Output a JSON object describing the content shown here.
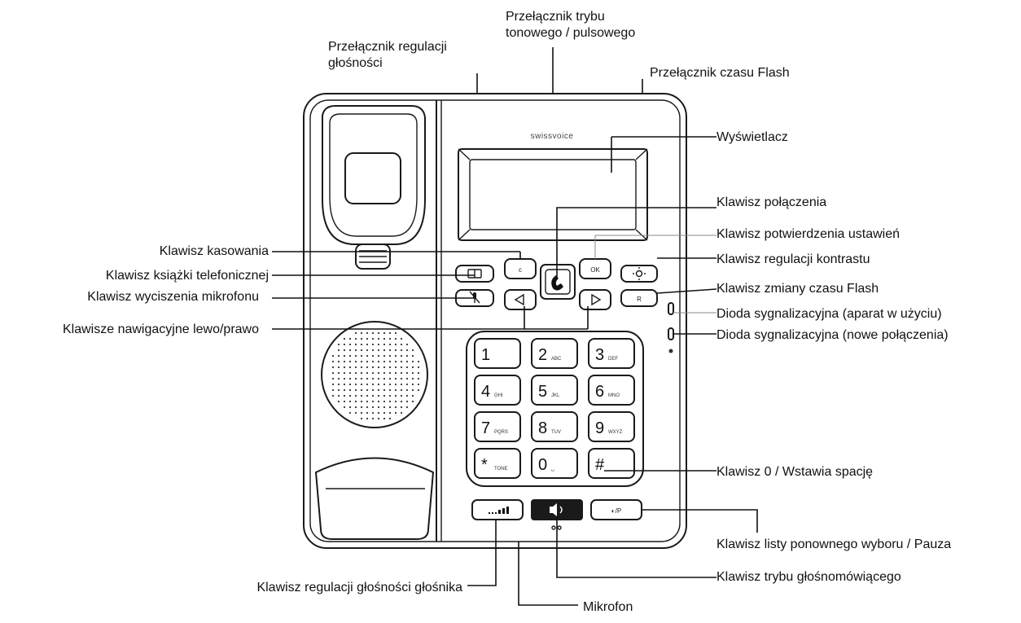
{
  "brand": "swissvoice",
  "labels": {
    "volume_switch": [
      "Przełącznik regulacji",
      "głośności"
    ],
    "tone_pulse_switch": [
      "Przełącznik trybu",
      "tonowego / pulsowego"
    ],
    "flash_time_switch": "Przełącznik czasu Flash",
    "display": "Wyświetlacz",
    "call_key": "Klawisz połączenia",
    "confirm_key": "Klawisz potwierdzenia ustawień",
    "delete_key": "Klawisz kasowania",
    "contrast_key": "Klawisz regulacji kontrastu",
    "phonebook_key": "Klawisz książki telefonicznej",
    "mute_key": "Klawisz wyciszenia mikrofonu",
    "flash_key": "Klawisz zmiany czasu Flash",
    "led_in_use": "Dioda sygnalizacyjna (aparat w użyciu)",
    "nav_keys": "Klawisze nawigacyjne lewo/prawo",
    "led_new_calls": "Dioda sygnalizacyjna (nowe połączenia)",
    "zero_key": "Klawisz 0 / Wstawia spację",
    "redial_key": "Klawisz listy ponownego wyboru / Pauza",
    "speaker_volume_key": "Klawisz regulacji głośności głośnika",
    "handsfree_key": "Klawisz trybu głośnomówiącego",
    "microphone": "Mikrofon"
  },
  "keys": {
    "delete": "c",
    "ok": "OK",
    "flash": "R",
    "redial": "◐/P",
    "keypad": [
      {
        "digit": "1",
        "letters": ""
      },
      {
        "digit": "2",
        "letters": "ABC"
      },
      {
        "digit": "3",
        "letters": "DEF"
      },
      {
        "digit": "4",
        "letters": "GHI"
      },
      {
        "digit": "5",
        "letters": "JKL"
      },
      {
        "digit": "6",
        "letters": "MNO"
      },
      {
        "digit": "7",
        "letters": "PQRS"
      },
      {
        "digit": "8",
        "letters": "TUV"
      },
      {
        "digit": "9",
        "letters": "WXYZ"
      },
      {
        "digit": "*",
        "letters": "TONE"
      },
      {
        "digit": "0",
        "letters": "␣"
      },
      {
        "digit": "#",
        "letters": ""
      }
    ]
  }
}
